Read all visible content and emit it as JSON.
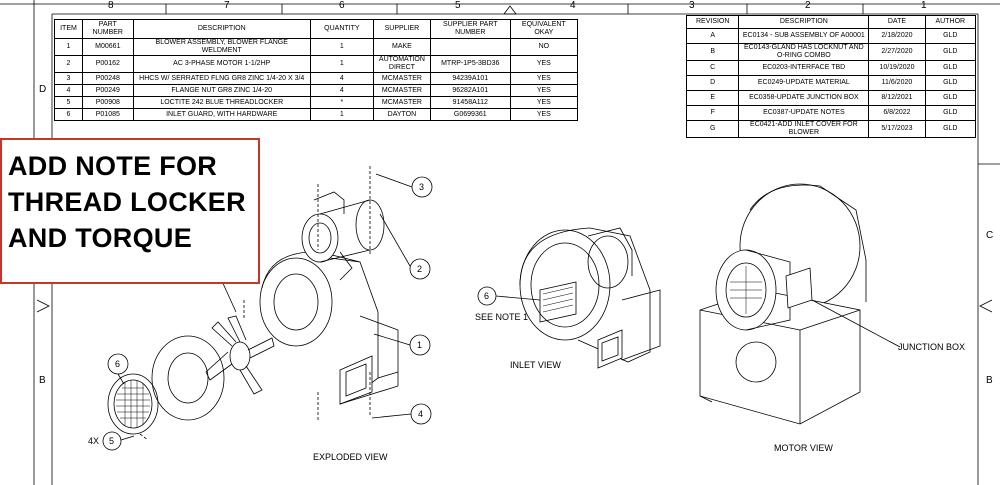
{
  "zones": {
    "top": [
      "8",
      "7",
      "6",
      "5",
      "4",
      "3",
      "2",
      "1"
    ],
    "side_left": [
      "D",
      "B"
    ],
    "side_right": [
      "C",
      "B"
    ]
  },
  "bom": {
    "headers": [
      "ITEM",
      "PART NUMBER",
      "DESCRIPTION",
      "QUANTITY",
      "SUPPLIER",
      "SUPPLIER PART NUMBER",
      "EQUIVALENT OKAY"
    ],
    "rows": [
      [
        "1",
        "M00661",
        "BLOWER ASSEMBLY, BLOWER FLANGE WELDMENT",
        "1",
        "MAKE",
        "",
        "NO"
      ],
      [
        "2",
        "P00162",
        "AC 3-PHASE MOTOR 1-1/2HP",
        "1",
        "AUTOMATION DIRECT",
        "MTRP-1P5-3BD36",
        "YES"
      ],
      [
        "3",
        "P00248",
        "HHCS W/ SERRATED FLNG GR8 ZINC 1/4-20 X 3/4",
        "4",
        "MCMASTER",
        "94239A101",
        "YES"
      ],
      [
        "4",
        "P00249",
        "FLANGE NUT GR8 ZINC 1/4-20",
        "4",
        "MCMASTER",
        "96282A101",
        "YES"
      ],
      [
        "5",
        "P00908",
        "LOCTITE 242 BLUE THREADLOCKER",
        "*",
        "MCMASTER",
        "91458A112",
        "YES"
      ],
      [
        "6",
        "P01085",
        "INLET GUARD, WITH HARDWARE",
        "1",
        "DAYTON",
        "G0699361",
        "YES"
      ]
    ]
  },
  "revisions": {
    "headers": [
      "REVISION",
      "DESCRIPTION",
      "DATE",
      "AUTHOR"
    ],
    "rows": [
      [
        "A",
        "EC0134 - SUB ASSEMBLY OF A00001",
        "2/18/2020",
        "GLD"
      ],
      [
        "B",
        "EC0143-GLAND HAS LOCKNUT AND O-RING COMBO",
        "2/27/2020",
        "GLD"
      ],
      [
        "C",
        "EC0203-INTERFACE TBD",
        "10/19/2020",
        "GLD"
      ],
      [
        "D",
        "EC0249-UPDATE MATERIAL",
        "11/6/2020",
        "GLD"
      ],
      [
        "E",
        "EC0358-UPDATE JUNCTION BOX",
        "8/12/2021",
        "GLD"
      ],
      [
        "F",
        "EC0387-UPDATE NOTES",
        "6/8/2022",
        "GLD"
      ],
      [
        "G",
        "EC0421-ADD INLET COVER FOR BLOWER",
        "5/17/2023",
        "GLD"
      ]
    ]
  },
  "note": {
    "lines": [
      "ADD NOTE FOR",
      "THREAD LOCKER",
      "AND TORQUE"
    ],
    "border_color": "#c0392b"
  },
  "views": {
    "exploded": "EXPLODED VIEW",
    "inlet": "INLET VIEW",
    "motor": "MOTOR VIEW"
  },
  "callouts": {
    "balloons": [
      "1",
      "2",
      "3",
      "4",
      "5",
      "6",
      "6"
    ],
    "qty_4x": "4X",
    "see_note": "SEE NOTE 1",
    "junction_box": "JUNCTION BOX"
  }
}
